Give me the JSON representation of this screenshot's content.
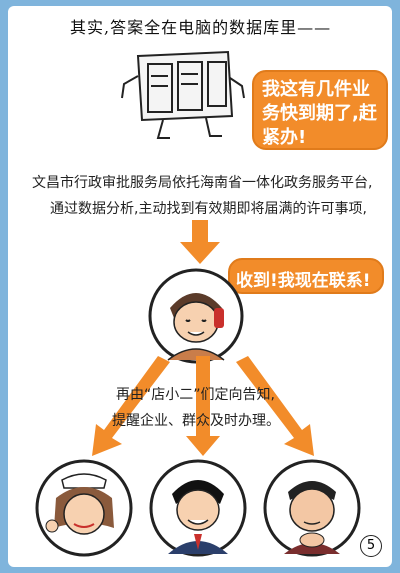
{
  "header": {
    "title": "其实,答案全在电脑的数据库里——"
  },
  "bubbles": {
    "server": "我这有几件业务快到期了,赶紧办!",
    "reply": "收到!我现在联系!"
  },
  "captions": {
    "line1": "文昌市行政审批服务局依托海南省一体化政务服务平台,",
    "line2": "通过数据分析,主动找到有效期即将届满的许可事项,",
    "line3": "再由“店小二”们定向告知,",
    "line4": "提醒企业、群众及时办理。"
  },
  "page": {
    "number": "5"
  },
  "colors": {
    "accent": "#f28c2a",
    "frame": "#7fb4dc"
  }
}
